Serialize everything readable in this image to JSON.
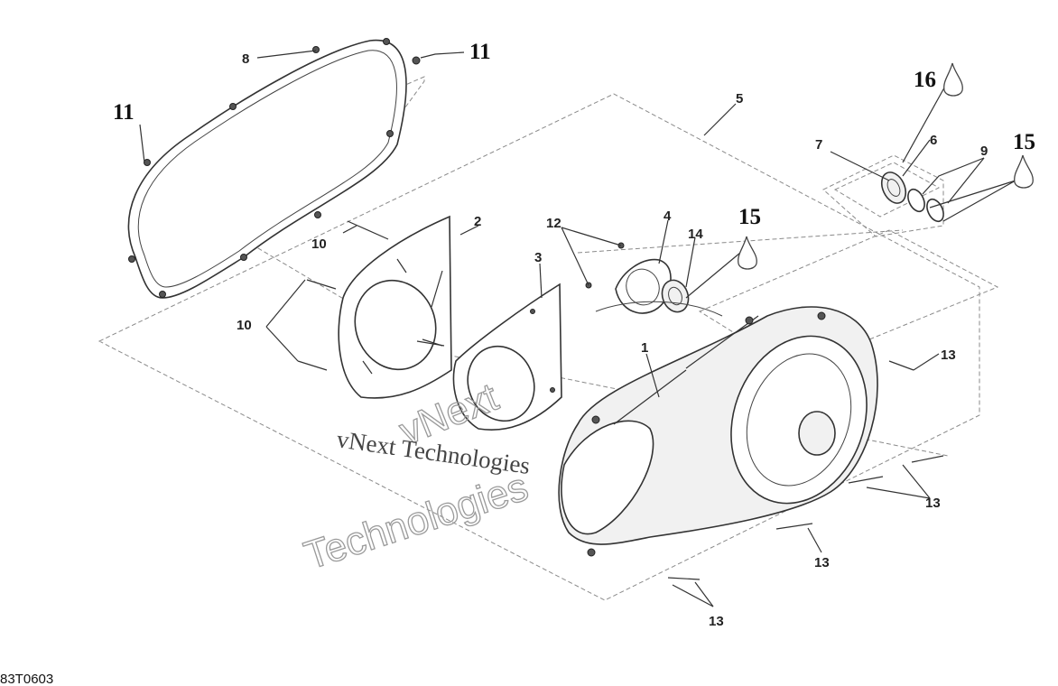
{
  "diagram": {
    "figure_code": "83T0603",
    "watermark": {
      "line1": "vNext Technologies",
      "outline_top": "vNext",
      "outline_bottom": "Technologies"
    },
    "callouts": {
      "c1": "1",
      "c2": "2",
      "c3": "3",
      "c4": "4",
      "c5": "5",
      "c6": "6",
      "c7": "7",
      "c8": "8",
      "c9": "9",
      "c10a": "10",
      "c10b": "10",
      "c11a": "11",
      "c11b": "11",
      "c12": "12",
      "c13a": "13",
      "c13b": "13",
      "c13c": "13",
      "c13d": "13",
      "c14": "14",
      "c15a": "15",
      "c15b": "15",
      "c16": "16"
    }
  }
}
